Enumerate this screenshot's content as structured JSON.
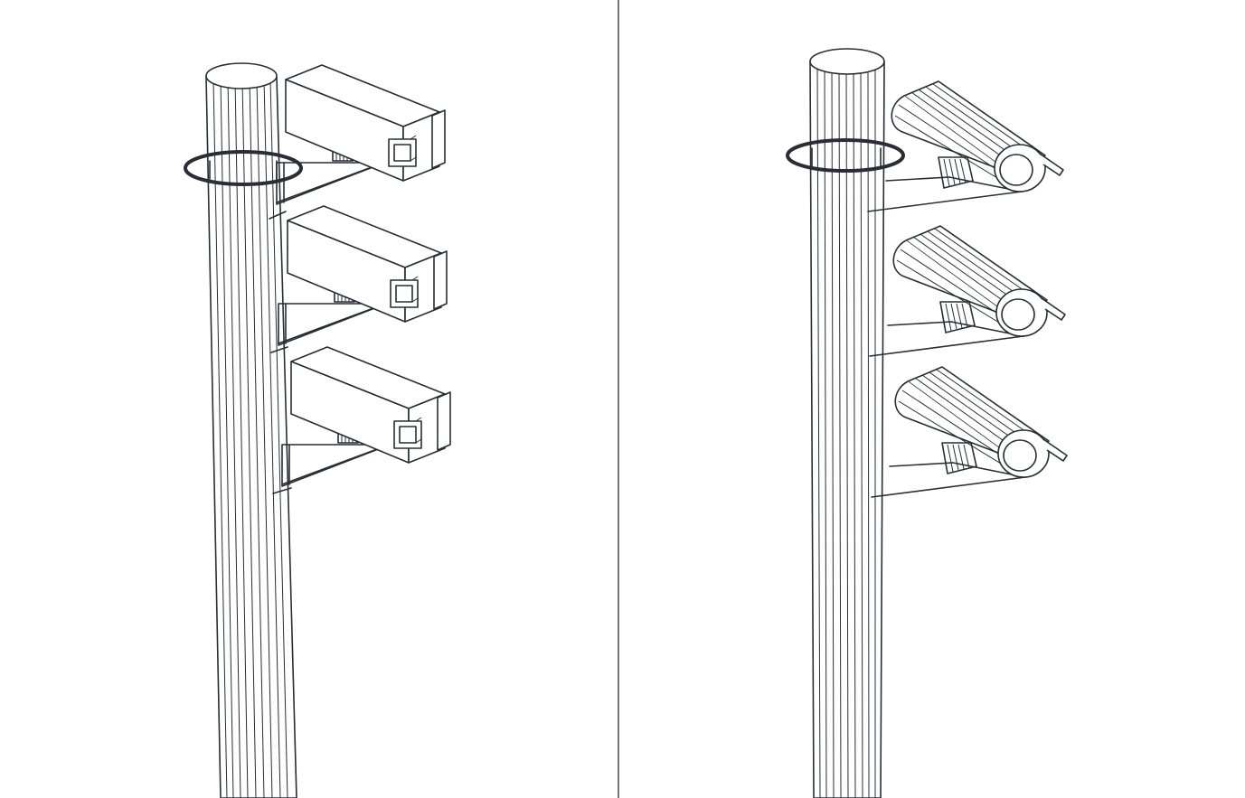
{
  "colors": {
    "ink": "#2a2c36",
    "background": "#ffffff",
    "divider": "#3a3a3a"
  },
  "panels": [
    {
      "id": "left",
      "camera_style": "box-housing",
      "camera_count": 3,
      "has_collar_ring": true
    },
    {
      "id": "right",
      "camera_style": "cylindrical-housing",
      "camera_count": 3,
      "has_collar_ring": true
    }
  ]
}
